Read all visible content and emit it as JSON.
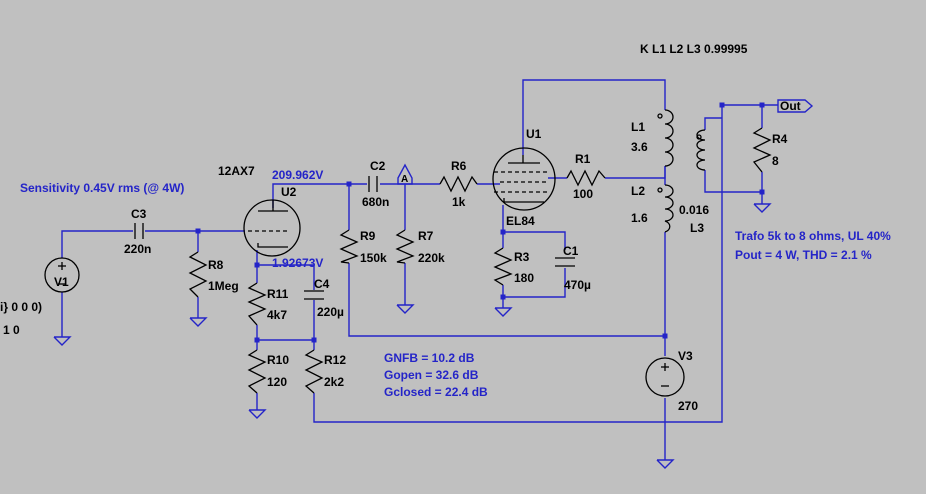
{
  "spice_directive": "K L1 L2 L3 0.99995",
  "partial_directive_1": "i} 0 0 0)",
  "partial_directive_2": "1 0",
  "sensitivity": "Sensitivity 0.45V rms (@ 4W)",
  "tube_type": "12AX7",
  "node_voltage_plate": "209.962V",
  "node_voltage_cathode": "1.92673V",
  "trafo_note": "Trafo 5k to 8 ohms, UL 40%",
  "pout_note": "Pout = 4 W, THD = 2.1 %",
  "gnfb": "GNFB = 10.2 dB",
  "gopen": "Gopen = 32.6 dB",
  "gclosed": "Gclosed = 22.4 dB",
  "net_label_a": "A",
  "net_label_out": "Out",
  "components": {
    "C3": {
      "name": "C3",
      "value": "220n"
    },
    "R8": {
      "name": "R8",
      "value": "1Meg"
    },
    "V1": {
      "name": "V1"
    },
    "U2": {
      "name": "U2"
    },
    "R11": {
      "name": "R11",
      "value": "4k7"
    },
    "C4": {
      "name": "C4",
      "value": "220µ"
    },
    "R10": {
      "name": "R10",
      "value": "120"
    },
    "R12": {
      "name": "R12",
      "value": "2k2"
    },
    "C2": {
      "name": "C2",
      "value": "680n"
    },
    "R9": {
      "name": "R9",
      "value": "150k"
    },
    "R7": {
      "name": "R7",
      "value": "220k"
    },
    "R6": {
      "name": "R6",
      "value": "1k"
    },
    "U1": {
      "name": "U1",
      "type": "EL84"
    },
    "R1": {
      "name": "R1",
      "value": "100"
    },
    "R3": {
      "name": "R3",
      "value": "180"
    },
    "C1": {
      "name": "C1",
      "value": "470µ"
    },
    "L1": {
      "name": "L1",
      "value": "3.6"
    },
    "L2": {
      "name": "L2",
      "value": "1.6"
    },
    "L3": {
      "name": "L3",
      "value": "0.016"
    },
    "R4": {
      "name": "R4",
      "value": "8"
    },
    "V3": {
      "name": "V3",
      "value": "270"
    }
  }
}
